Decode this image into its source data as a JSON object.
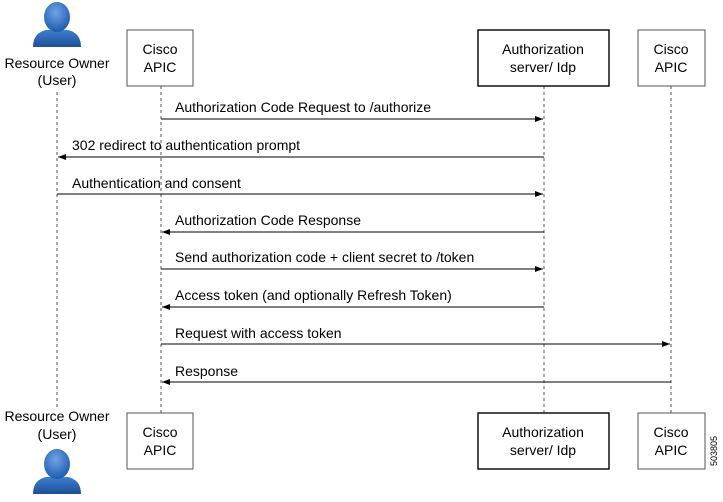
{
  "participants": {
    "owner": {
      "line1": "Resource Owner",
      "line2": "(User)"
    },
    "apic_client": {
      "line1": "Cisco",
      "line2": "APIC"
    },
    "auth_server": {
      "line1": "Authorization",
      "line2": "server/ Idp"
    },
    "apic_resource": {
      "line1": "Cisco",
      "line2": "APIC"
    }
  },
  "messages": [
    {
      "label": "Authorization Code Request to /authorize",
      "from": "apic_client",
      "to": "auth_server"
    },
    {
      "label": "302 redirect to authentication prompt",
      "from": "auth_server",
      "to": "owner"
    },
    {
      "label": "Authentication and consent",
      "from": "owner",
      "to": "auth_server"
    },
    {
      "label": "Authorization Code Response",
      "from": "auth_server",
      "to": "apic_client"
    },
    {
      "label": "Send authorization code + client secret to /token",
      "from": "apic_client",
      "to": "auth_server"
    },
    {
      "label": "Access token (and optionally Refresh Token)",
      "from": "auth_server",
      "to": "apic_client"
    },
    {
      "label": "Request with access token",
      "from": "apic_client",
      "to": "apic_resource"
    },
    {
      "label": "Response",
      "from": "apic_resource",
      "to": "apic_client"
    }
  ],
  "figure_id": "503805",
  "colors": {
    "user_icon": "#2f6fc0",
    "user_icon_dark": "#1c4f96",
    "line": "#000000"
  },
  "icons": {
    "owner": "user-icon"
  }
}
